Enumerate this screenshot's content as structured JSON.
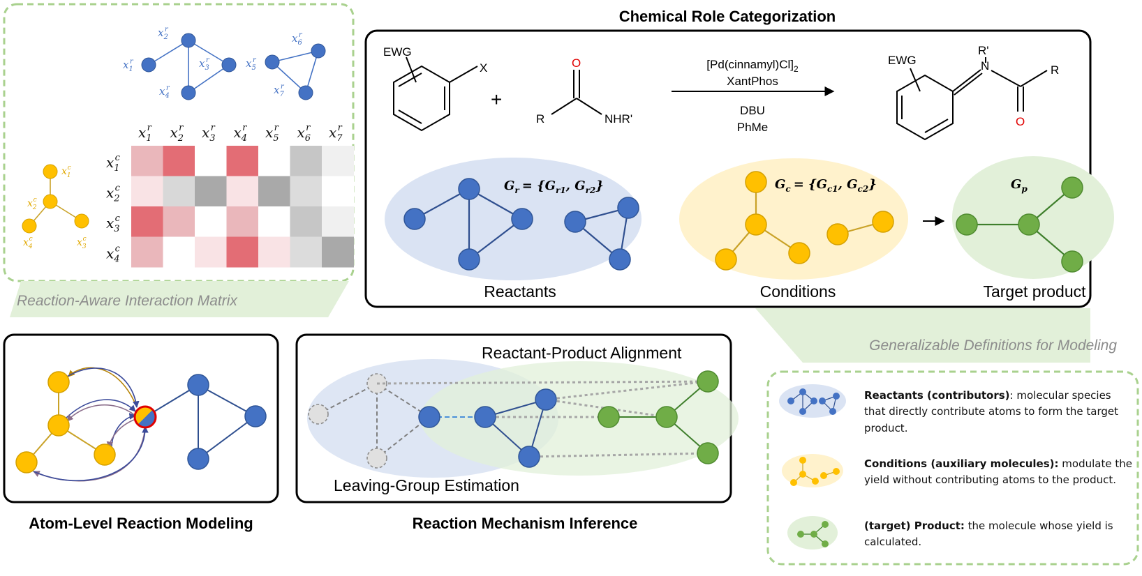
{
  "titles": {
    "chemical_role": "Chemical Role Categorization",
    "atom_level": "Atom-Level Reaction Modeling",
    "mechanism": "Reaction Mechanism Inference"
  },
  "callouts": {
    "interaction_matrix": "Reaction-Aware Interaction Matrix",
    "generalizable": "Generalizable Definitions for Modeling"
  },
  "matrix": {
    "col_labels": [
      "x",
      "x",
      "x",
      "x",
      "x",
      "x",
      "x"
    ],
    "col_sup": "r",
    "col_sub": [
      "1",
      "2",
      "3",
      "4",
      "5",
      "6",
      "7"
    ],
    "row_labels": [
      "x",
      "x",
      "x",
      "x"
    ],
    "row_sup": "c",
    "row_sub": [
      "1",
      "2",
      "3",
      "4"
    ],
    "colors": [
      [
        "#eab7bb",
        "#e36d75",
        "#ffffff",
        "#e36d75",
        "#ffffff",
        "#c6c6c6",
        "#f0f0f0"
      ],
      [
        "#f9e3e5",
        "#d8d8d8",
        "#a9a9a9",
        "#f9e3e5",
        "#a9a9a9",
        "#dcdcdc",
        "#ffffff"
      ],
      [
        "#e36d75",
        "#eab7bb",
        "#ffffff",
        "#eab7bb",
        "#ffffff",
        "#c6c6c6",
        "#f0f0f0"
      ],
      [
        "#eab7bb",
        "#ffffff",
        "#f9e3e5",
        "#e36d75",
        "#f9e3e5",
        "#dcdcdc",
        "#a9a9a9"
      ]
    ]
  },
  "node_labels": {
    "reactant": [
      {
        "base": "x",
        "sub": "1",
        "sup": "r"
      },
      {
        "base": "x",
        "sub": "2",
        "sup": "r"
      },
      {
        "base": "x",
        "sub": "3",
        "sup": "r"
      },
      {
        "base": "x",
        "sub": "4",
        "sup": "r"
      },
      {
        "base": "x",
        "sub": "5",
        "sup": "r"
      },
      {
        "base": "x",
        "sub": "6",
        "sup": "r"
      },
      {
        "base": "x",
        "sub": "7",
        "sup": "r"
      }
    ],
    "condition": [
      {
        "base": "x",
        "sub": "1",
        "sup": "c"
      },
      {
        "base": "x",
        "sub": "2",
        "sup": "c"
      },
      {
        "base": "x",
        "sub": "3",
        "sup": "c"
      },
      {
        "base": "x",
        "sub": "4",
        "sup": "c"
      }
    ]
  },
  "reaction": {
    "ewg": "EWG",
    "x": "X",
    "plus": "+",
    "o": "O",
    "r": "R",
    "nhr": "NHR'",
    "catalyst": "[Pd(cinnamyl)Cl]",
    "catalyst_sub": "2",
    "ligand": "XantPhos",
    "base": "DBU",
    "solvent": "PhMe",
    "product_ewg": "EWG",
    "product_rp": "R'",
    "product_n": "N",
    "product_r": "R",
    "product_o": "O"
  },
  "graph_labels": {
    "gr": "G",
    "gr_sub": "r",
    "gr_rhs": "= {G",
    "gr1": "r1",
    "gr_comma": ", G",
    "gr2": "r2",
    "gr_close": "}",
    "gc": "G",
    "gc_sub": "c",
    "gc_rhs": "= {G",
    "gc1": "c1",
    "gc_comma": ", G",
    "gc2": "c2",
    "gc_close": "}",
    "gp": "G",
    "gp_sub": "p"
  },
  "roles": {
    "reactants": "Reactants",
    "conditions": "Conditions",
    "target": "Target product"
  },
  "mechanism": {
    "alignment": "Reactant-Product Alignment",
    "leaving": "Leaving-Group Estimation"
  },
  "legend": [
    {
      "bold": "Reactants (contributors)",
      "rest": ": molecular species that directly contribute atoms to form the target product."
    },
    {
      "bold": "Conditions (auxiliary molecules):",
      "rest": " modulate the yield without contributing atoms to the product."
    },
    {
      "bold": "(target) Product:",
      "rest": " the molecule whose yield is calculated."
    }
  ],
  "colors": {
    "reactant_node": "#4472c4",
    "reactant_edge": "#2f4f8f",
    "condition_node": "#ffc000",
    "condition_edge": "#c9a227",
    "product_node": "#70ad47",
    "product_edge": "#3f7f2c",
    "dashed_border": "#a9d18e",
    "reactant_bg": "#dae3f3",
    "condition_bg": "#fff2cc",
    "product_bg": "#e2f0d9",
    "heat_red": "#e36d75"
  }
}
